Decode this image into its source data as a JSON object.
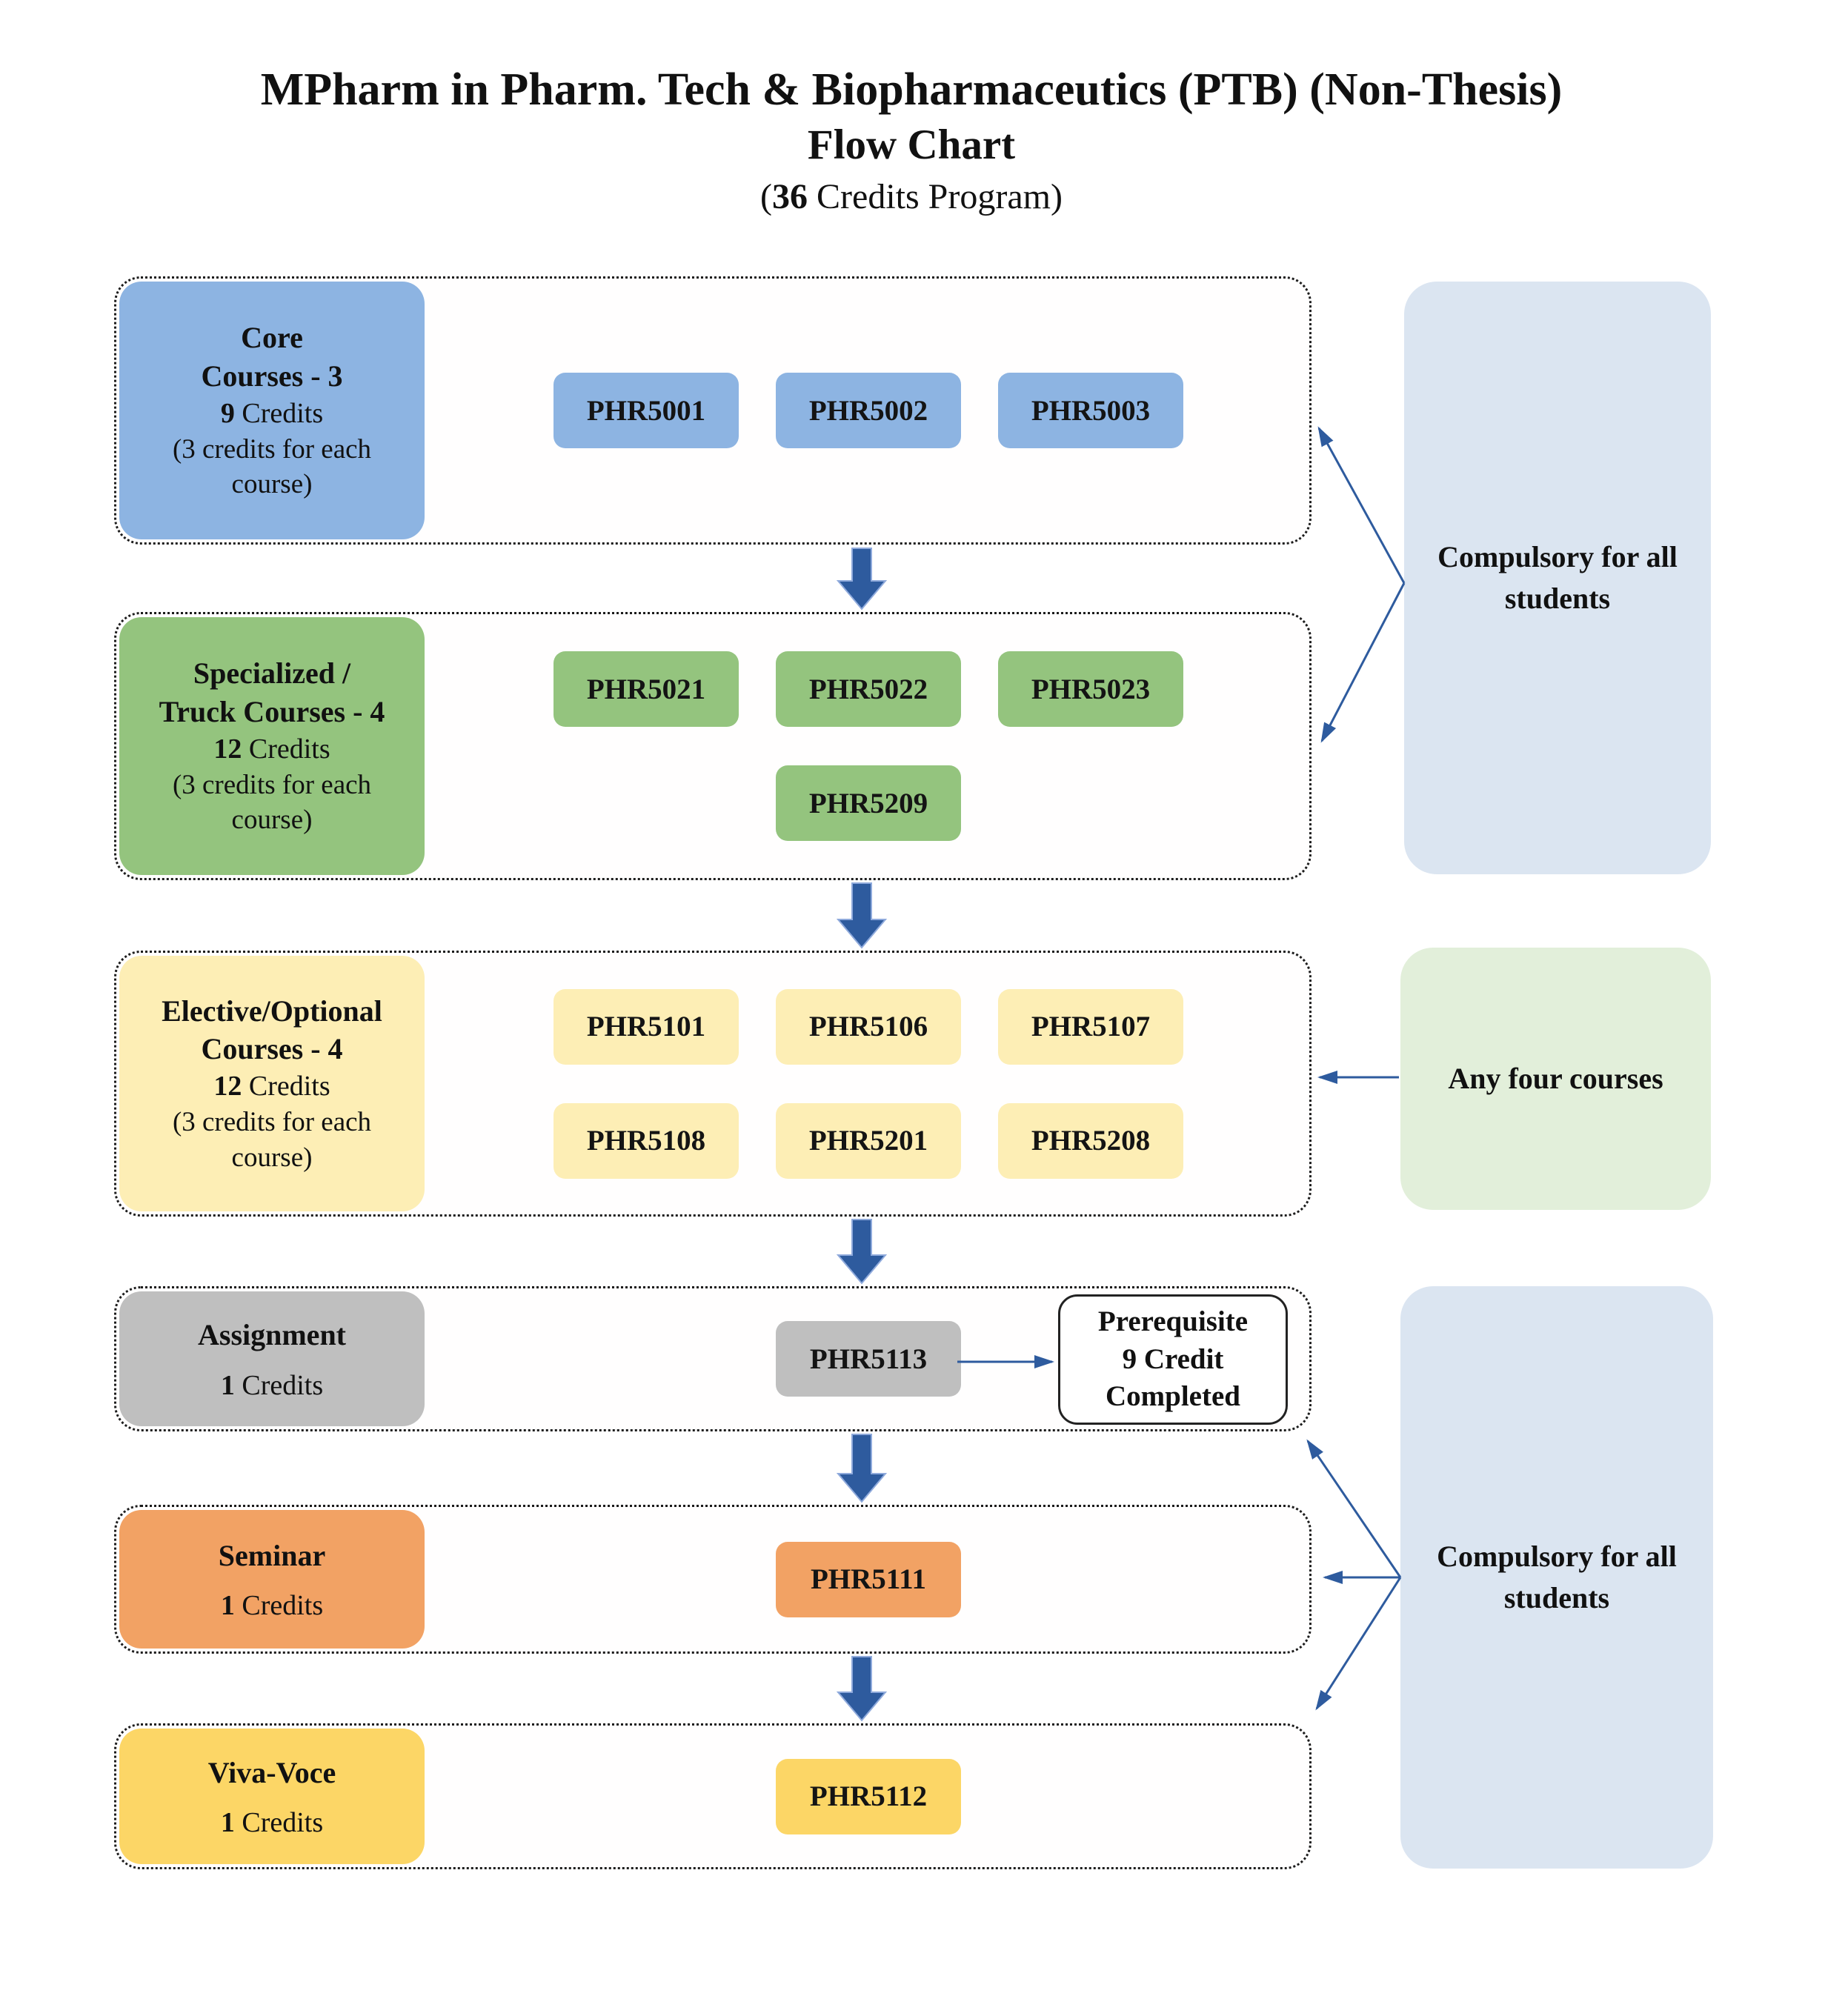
{
  "colors": {
    "arrow_blue": "#2e5b9e",
    "core_blue": "#8db4e2",
    "green": "#94c47e",
    "pale_yellow": "#fdeeb5",
    "gray": "#bfbfbf",
    "orange": "#f2a264",
    "yellow": "#fcd666",
    "side_blue": "#dbe5f1",
    "side_green": "#e2efda"
  },
  "title": {
    "line1": "MPharm in Pharm. Tech & Biopharmaceutics (PTB) (Non-Thesis)",
    "line2": "Flow Chart",
    "line3_open": "(",
    "line3_bold": "36",
    "line3_rest": " Credits Program)"
  },
  "rows": [
    {
      "label": {
        "title": "Core\nCourses - 3",
        "credits_bold": "9",
        "credits_rest": " Credits",
        "note": "(3 credits for each\ncourse)"
      },
      "courses": [
        "PHR5001",
        "PHR5002",
        "PHR5003"
      ]
    },
    {
      "label": {
        "title": "Specialized /\nTruck Courses - 4",
        "credits_bold": "12",
        "credits_rest": " Credits",
        "note": "(3 credits for each\ncourse)"
      },
      "courses": [
        "PHR5021",
        "PHR5022",
        "PHR5023",
        "PHR5209"
      ]
    },
    {
      "label": {
        "title": "Elective/Optional\nCourses - 4",
        "credits_bold": "12",
        "credits_rest": " Credits",
        "note": "(3 credits for each\ncourse)"
      },
      "courses": [
        "PHR5101",
        "PHR5106",
        "PHR5107",
        "PHR5108",
        "PHR5201",
        "PHR5208"
      ]
    },
    {
      "label": {
        "title": "Assignment",
        "credits_bold": "1",
        "credits_rest": " Credits",
        "note": ""
      },
      "courses": [
        "PHR5113"
      ]
    },
    {
      "label": {
        "title": "Seminar",
        "credits_bold": "1",
        "credits_rest": " Credits",
        "note": ""
      },
      "courses": [
        "PHR5111"
      ]
    },
    {
      "label": {
        "title": "Viva-Voce",
        "credits_bold": "1",
        "credits_rest": " Credits",
        "note": ""
      },
      "courses": [
        "PHR5112"
      ]
    }
  ],
  "prerequisite": {
    "lines": [
      "Prerequisite",
      "9 Credit",
      "Completed"
    ]
  },
  "side_notes": {
    "top": "Compulsory for all students",
    "middle": "Any four courses",
    "bottom": "Compulsory for all students"
  }
}
